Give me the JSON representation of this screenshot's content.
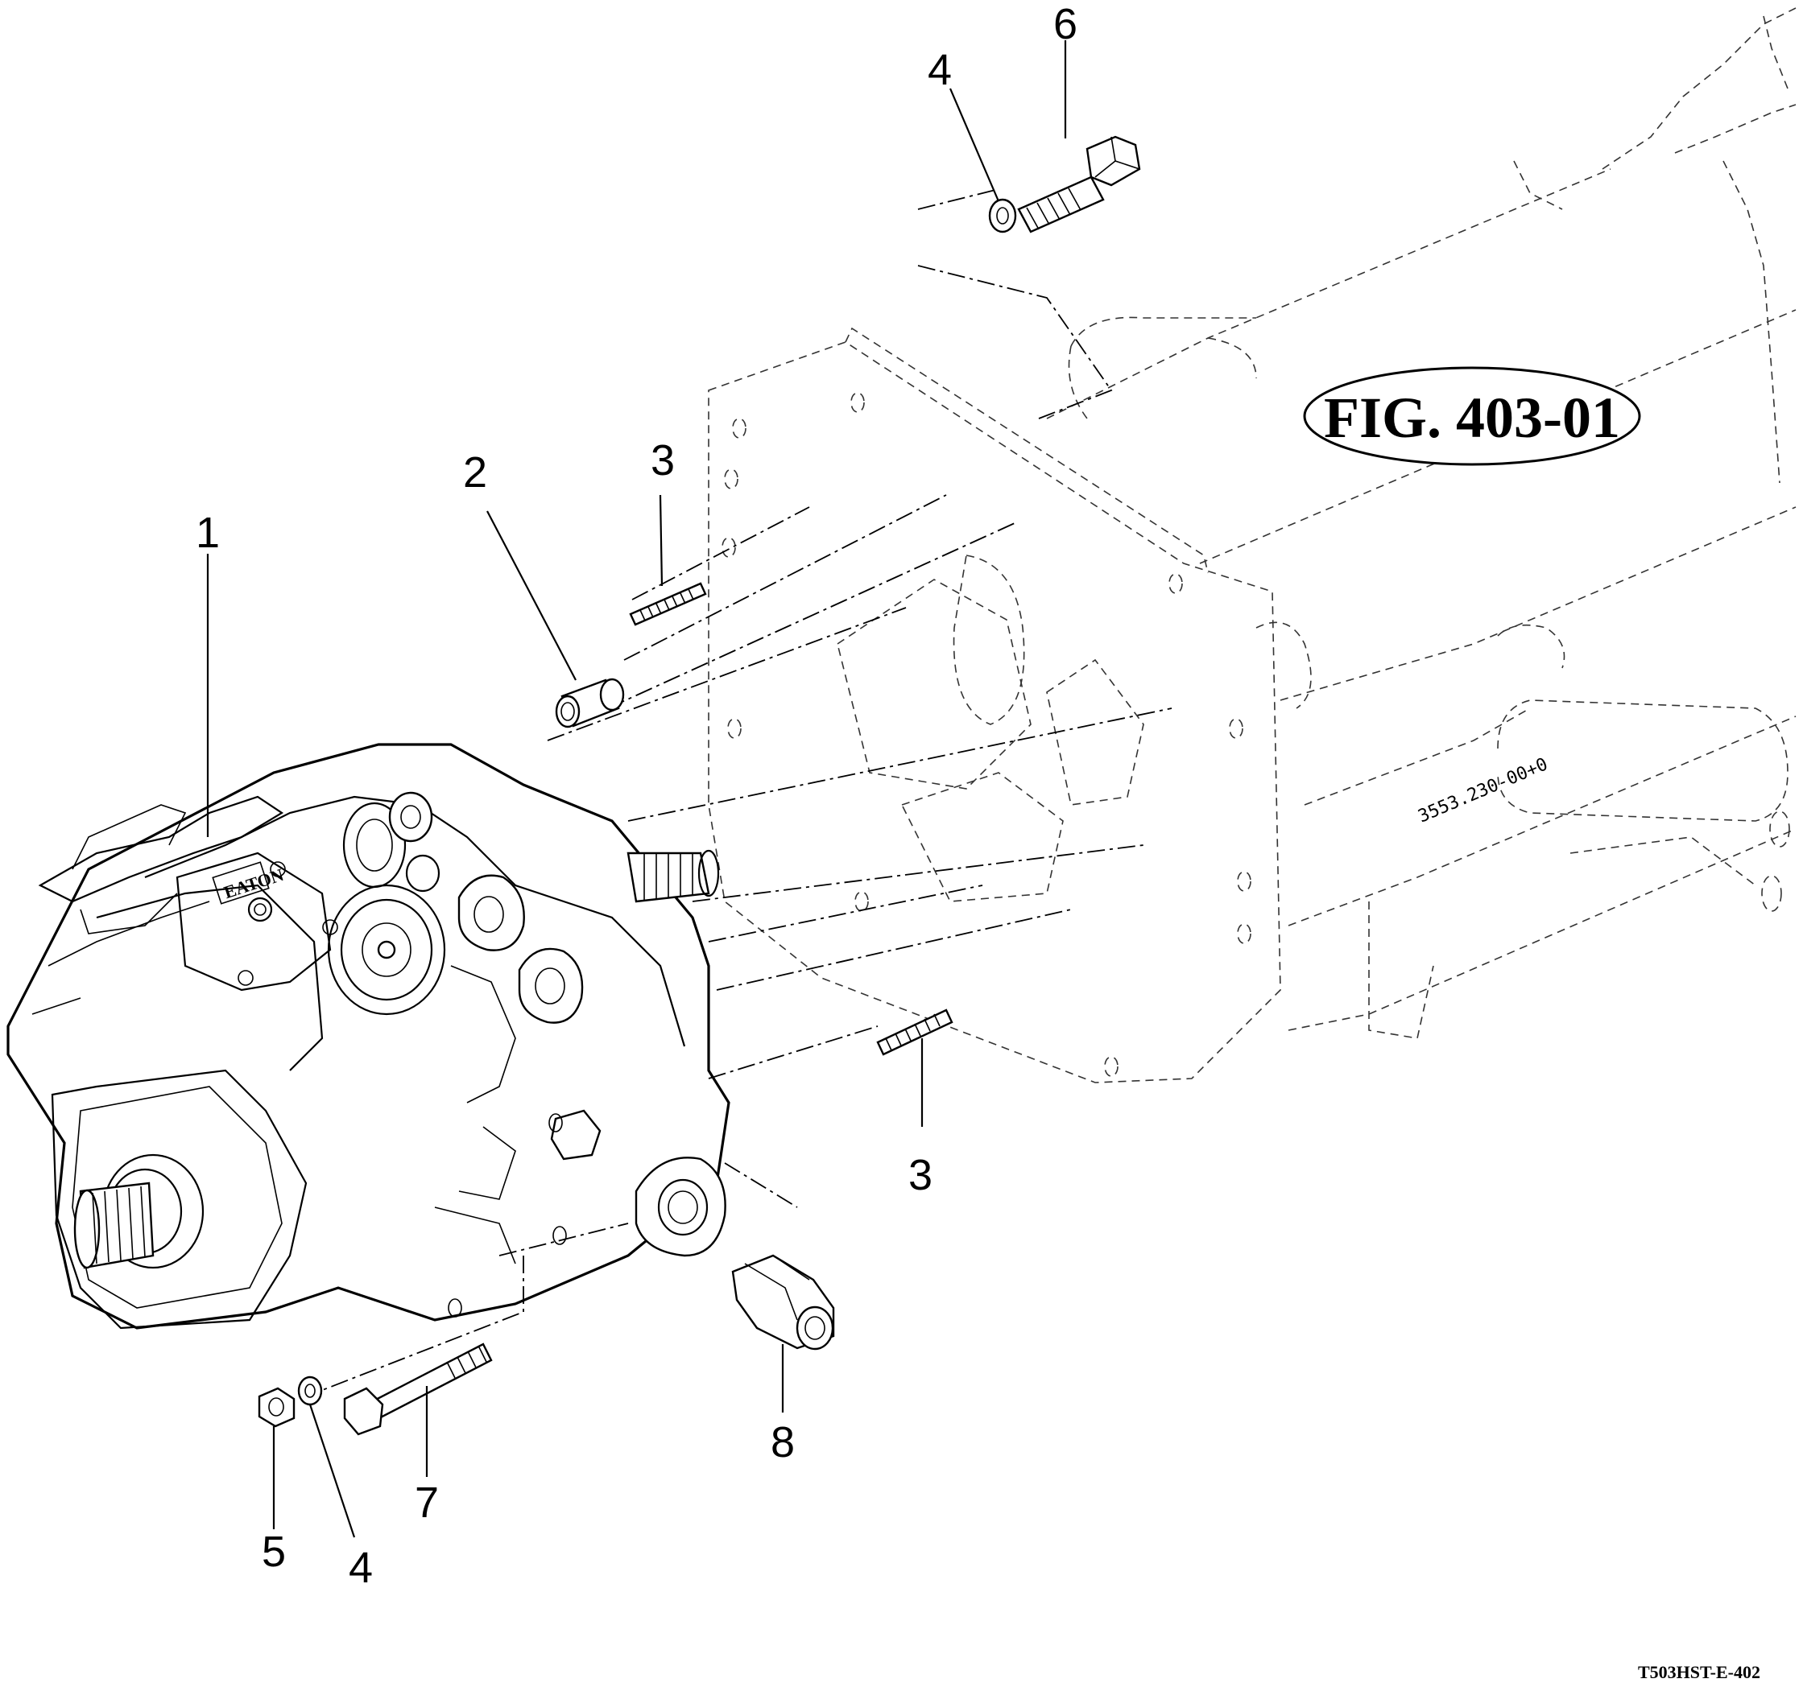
{
  "figure": {
    "label": "FIG. 403-01",
    "drawing_code": "T503HST-E-402",
    "housing_part_number": "3553.230-00+0",
    "pump_brand_plate": "EATON"
  },
  "callouts": [
    {
      "id": "c1",
      "number": "1"
    },
    {
      "id": "c2",
      "number": "2"
    },
    {
      "id": "c3a",
      "number": "3"
    },
    {
      "id": "c3b",
      "number": "3"
    },
    {
      "id": "c4a",
      "number": "4"
    },
    {
      "id": "c4b",
      "number": "4"
    },
    {
      "id": "c5",
      "number": "5"
    },
    {
      "id": "c6",
      "number": "6"
    },
    {
      "id": "c7",
      "number": "7"
    },
    {
      "id": "c8",
      "number": "8"
    }
  ]
}
